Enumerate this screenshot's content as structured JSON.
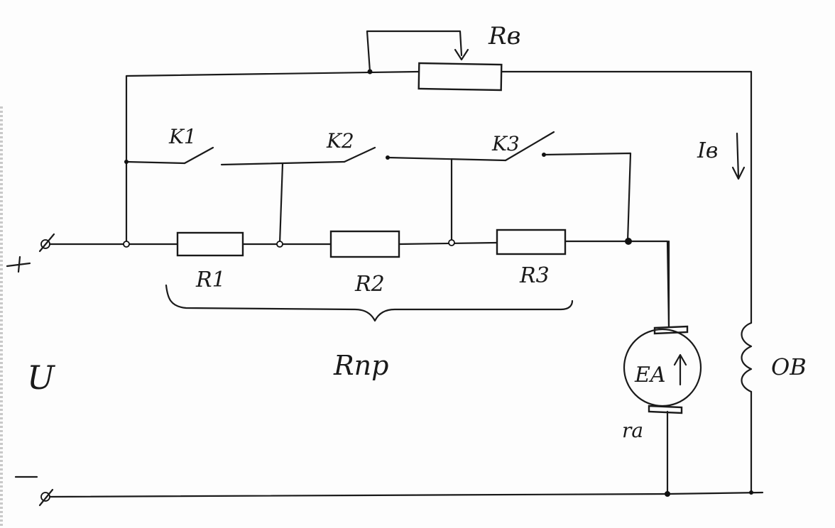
{
  "diagram": {
    "labels": {
      "rheostat": "Rв",
      "k1": "K1",
      "k2": "K2",
      "k3": "K3",
      "field_current": "Iв",
      "r1": "R1",
      "r2": "R2",
      "r3": "R3",
      "starting_resistance": "Rпр",
      "voltage": "U",
      "plus": "+",
      "minus": "−",
      "emf": "EA",
      "armature_resistance": "ra",
      "field_winding": "ОВ"
    }
  }
}
